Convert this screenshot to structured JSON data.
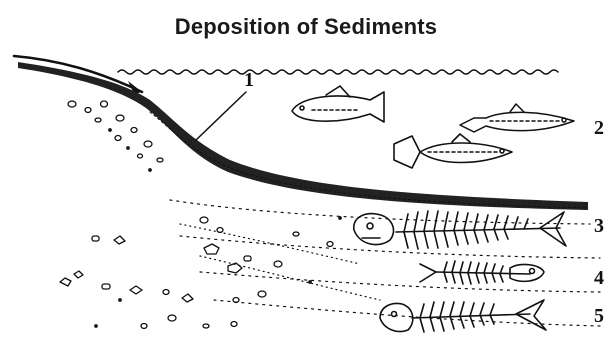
{
  "title": "Deposition of Sediments",
  "labels": {
    "l1": "1",
    "l2": "2",
    "l3": "3",
    "l4": "4",
    "l5": "5"
  },
  "colors": {
    "ink": "#111111",
    "background": "#ffffff"
  }
}
